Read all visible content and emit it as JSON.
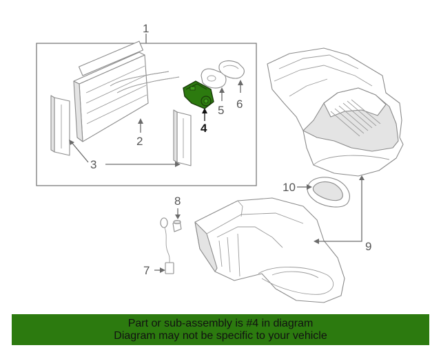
{
  "callouts": {
    "c1": "1",
    "c2": "2",
    "c3": "3",
    "c4": "4",
    "c5": "5",
    "c6": "6",
    "c7": "7",
    "c8": "8",
    "c9": "9",
    "c10": "10"
  },
  "highlight_color": "#2c7a0f",
  "banner": {
    "line1": "Part or sub-assembly is #4 in diagram",
    "line2": "Diagram may not be specific to your vehicle"
  }
}
